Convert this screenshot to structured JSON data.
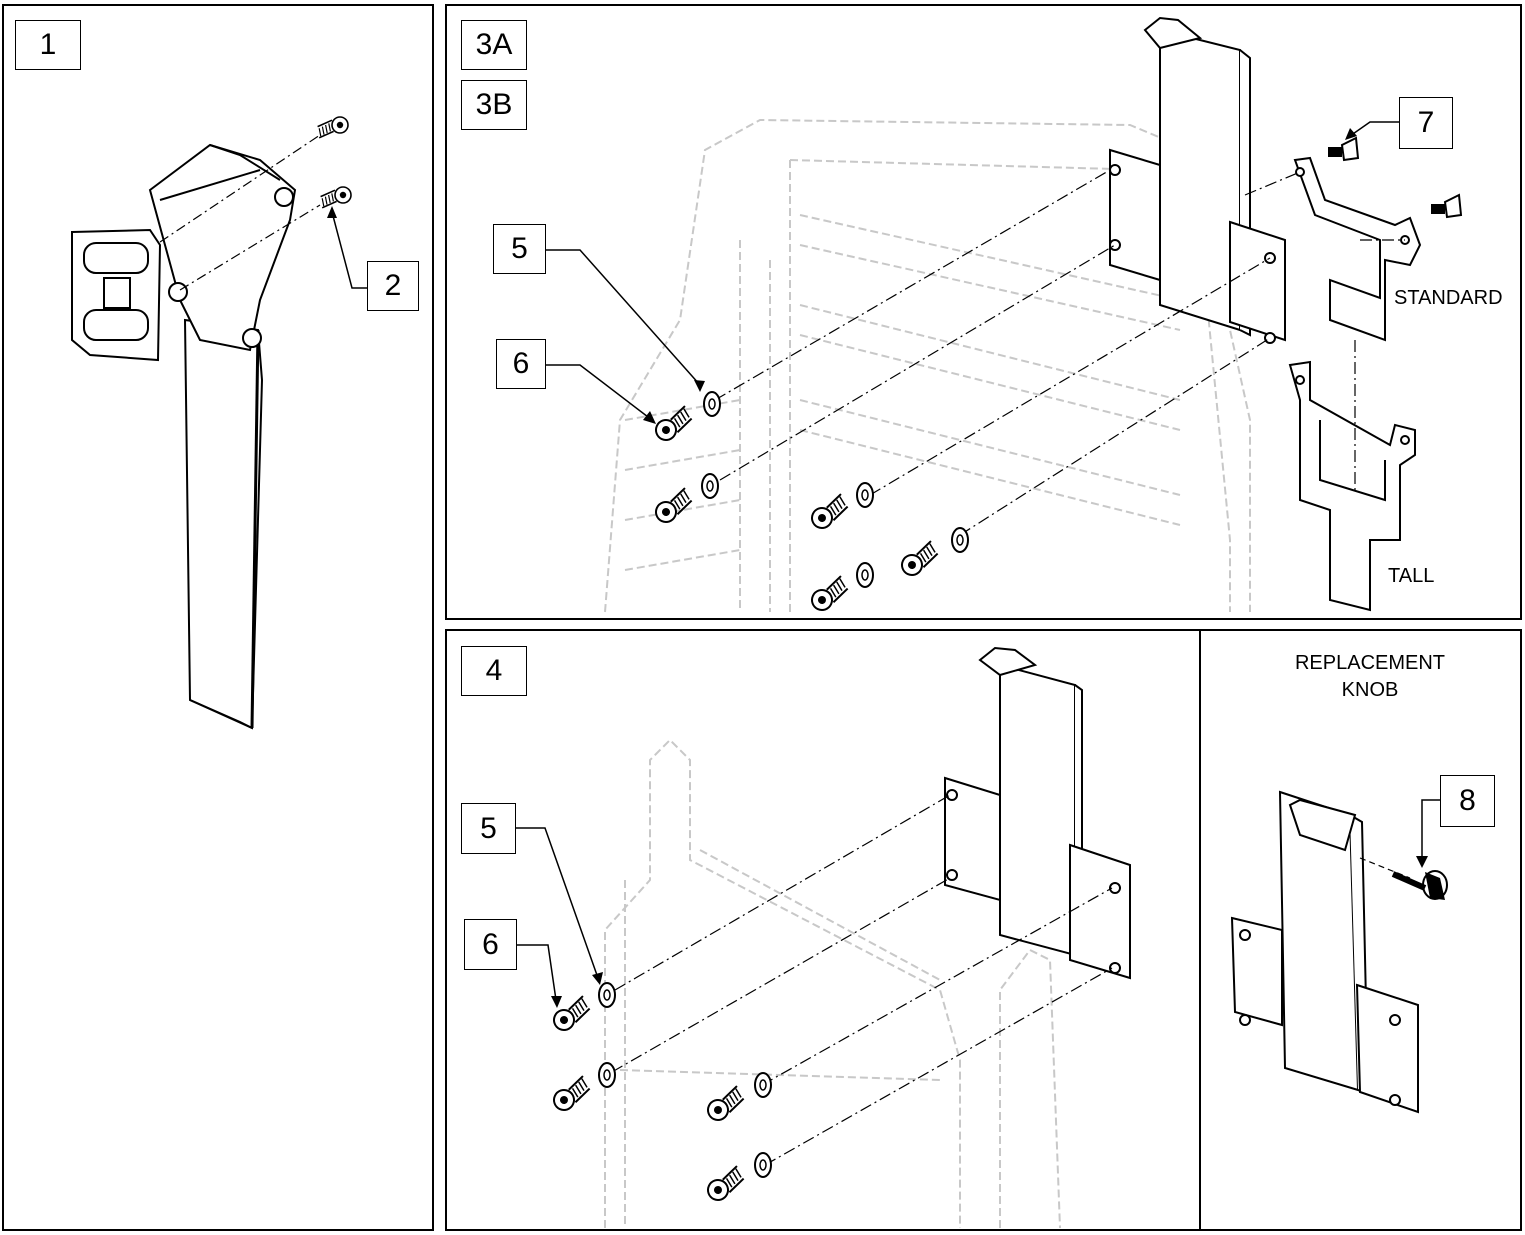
{
  "panels": {
    "p1": {
      "callout": "1"
    },
    "p3": {
      "callout_a": "3A",
      "callout_b": "3B"
    },
    "p4": {
      "callout": "4"
    },
    "p_knob": {
      "title_line1": "REPLACEMENT",
      "title_line2": "KNOB"
    }
  },
  "callouts": {
    "c2": "2",
    "c5_top": "5",
    "c6_top": "6",
    "c7": "7",
    "c5_bottom": "5",
    "c6_bottom": "6",
    "c8": "8"
  },
  "variant_labels": {
    "standard": "STANDARD",
    "tall": "TALL"
  },
  "colors": {
    "line": "#000000",
    "ghost": "#c8c8c8",
    "background": "#ffffff"
  }
}
